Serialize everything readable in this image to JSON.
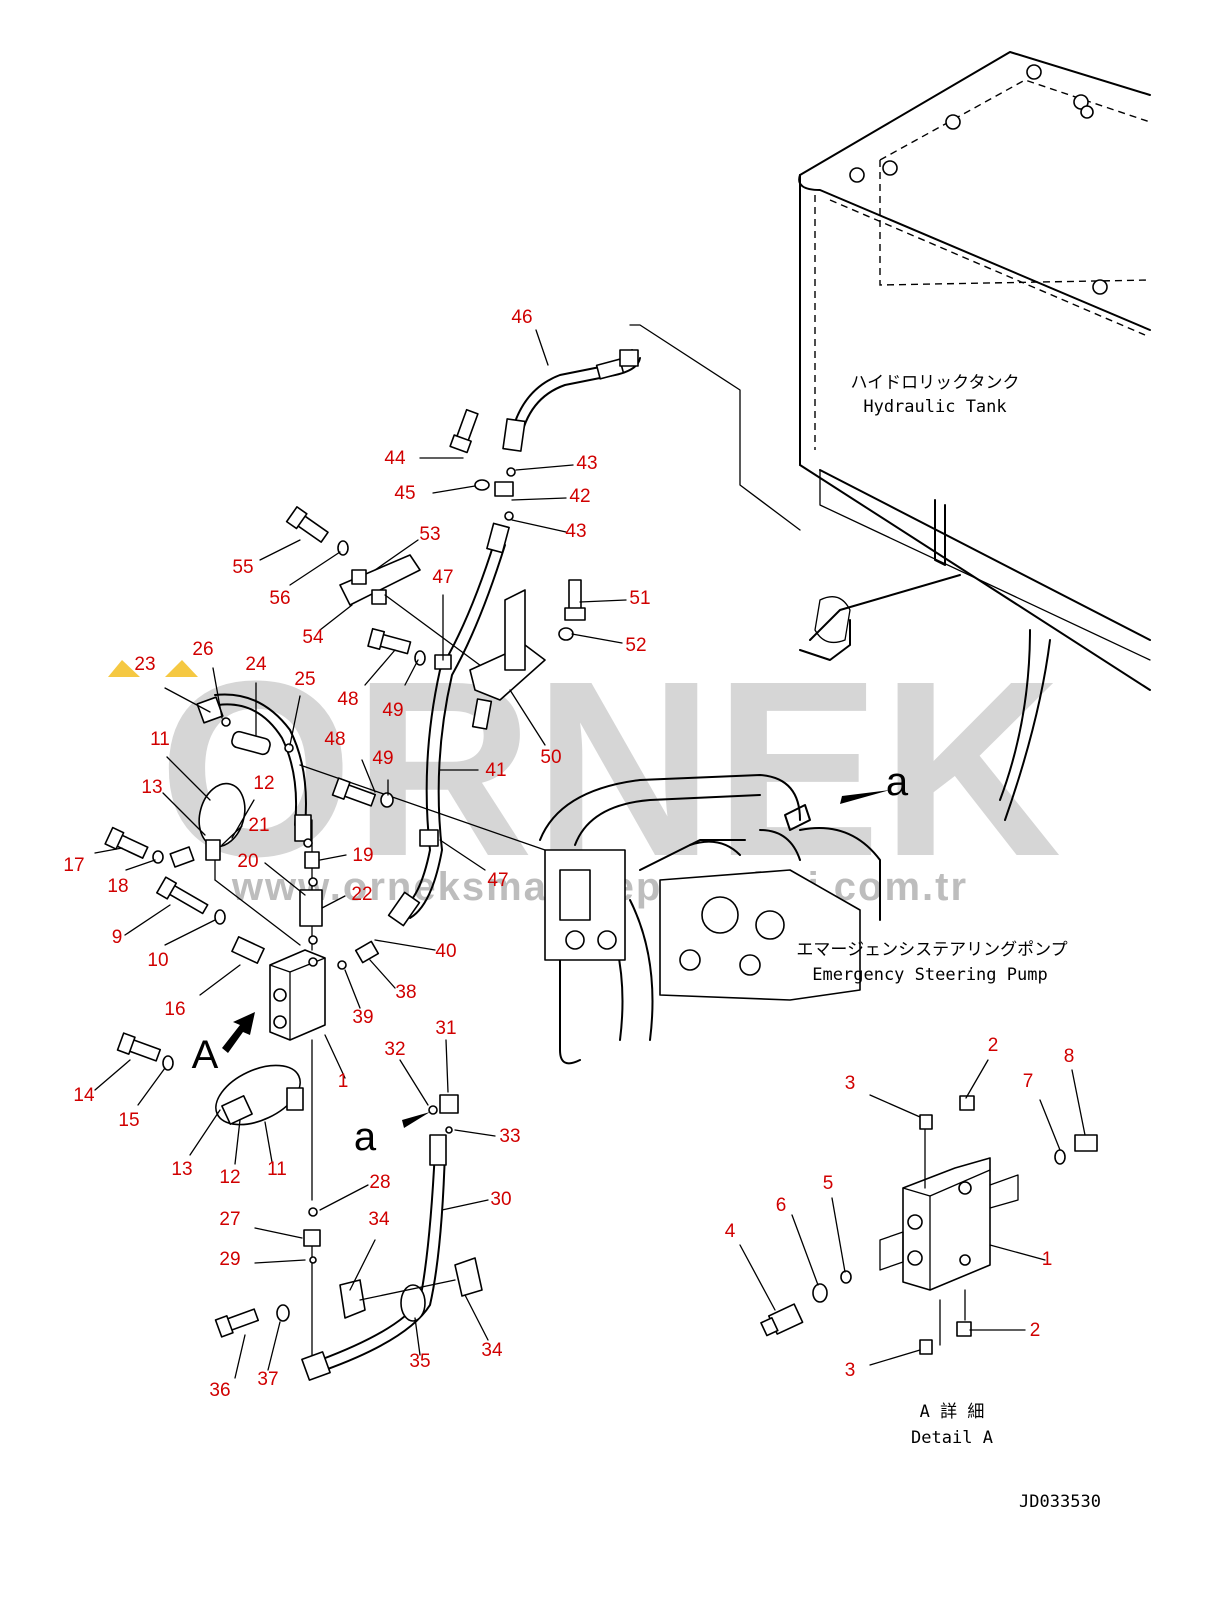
{
  "tank": {
    "ja": "ハイドロリックタンク",
    "en": "Hydraulic Tank"
  },
  "pump": {
    "ja": "エマージェンシステアリングポンプ",
    "en": "Emergency Steering Pump"
  },
  "detail": {
    "ja": "A 詳 細",
    "en": "Detail A"
  },
  "drawing_code": "JD033530",
  "watermark": {
    "brand": "ORNEK",
    "url": "www.orneksmakineparcalari.com.tr"
  },
  "view_letter": "A",
  "pipe_ref": "a",
  "callouts": [
    "46",
    "44",
    "43",
    "45",
    "42",
    "43",
    "53",
    "55",
    "56",
    "47",
    "51",
    "54",
    "52",
    "48",
    "49",
    "50",
    "26",
    "23",
    "24",
    "25",
    "11",
    "48",
    "49",
    "41",
    "13",
    "12",
    "21",
    "17",
    "18",
    "20",
    "19",
    "47",
    "22",
    "9",
    "10",
    "40",
    "16",
    "38",
    "39",
    "1",
    "32",
    "31",
    "14",
    "15",
    "33",
    "13",
    "12",
    "11",
    "28",
    "30",
    "27",
    "34",
    "29",
    "36",
    "37",
    "35",
    "34",
    "2",
    "3",
    "8",
    "7",
    "5",
    "6",
    "4",
    "1",
    "2",
    "3"
  ],
  "accent": "#d00000",
  "watermark_color": "#c9c9c9",
  "watermark_icon_color": "#f5c842"
}
